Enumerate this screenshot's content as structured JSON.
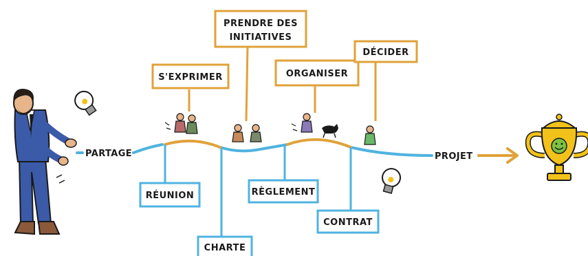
{
  "colors": {
    "orange": "#e0a23a",
    "blue": "#4fb3e0",
    "ink": "#1a1a1a",
    "suit": "#3b5aa8",
    "trophy": "#f2c21a",
    "trophy_face": "#7cc242"
  },
  "start_label": "PARTAGE",
  "end_label": "PROJET",
  "upper_boxes": {
    "exprimer": "S'EXPRIMER",
    "initiatives_line1": "PRENDRE DES",
    "initiatives_line2": "INITIATIVES",
    "organiser": "ORGANISER",
    "decider": "DÉCIDER"
  },
  "lower_boxes": {
    "reunion": "RÉUNION",
    "charte": "CHARTE",
    "reglement": "RÈGLEMENT",
    "contrat": "CONTRAT"
  },
  "icons": [
    "man-in-suit-icon",
    "lightbulb-icon",
    "people-icon",
    "dog-icon",
    "trophy-icon"
  ]
}
